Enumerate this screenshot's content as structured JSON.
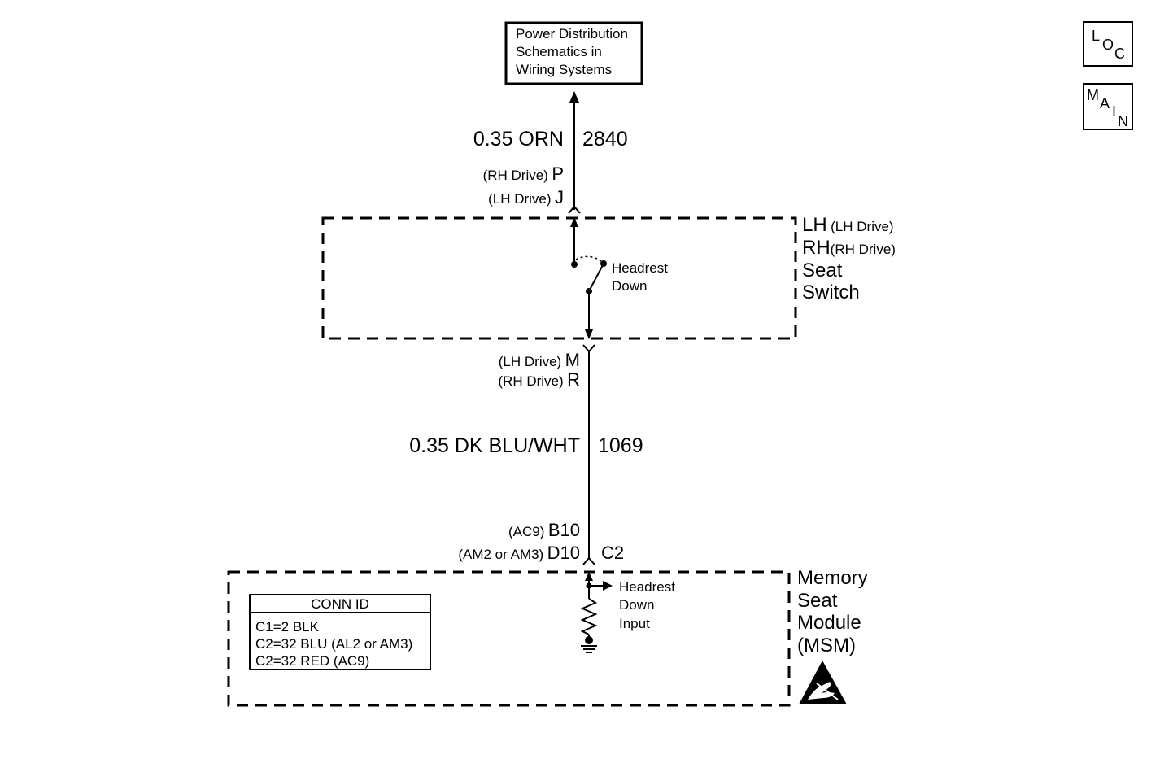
{
  "power_box": {
    "line1": "Power Distribution",
    "line2": "Schematics in",
    "line3": "Wiring Systems"
  },
  "nav": {
    "loc": {
      "l1": "L",
      "l2": "O",
      "l3": "C"
    },
    "main": {
      "l1": "M",
      "l2": "A",
      "l3": "I",
      "l4": "N"
    }
  },
  "wire_top": {
    "gauge_color": "0.35 ORN",
    "circuit": "2840"
  },
  "switch_top_pins": {
    "rh_note": "(RH Drive)",
    "rh_pin": "P",
    "lh_note": "(LH Drive)",
    "lh_pin": "J"
  },
  "seat_switch": {
    "lh": "LH",
    "lh_note": "(LH Drive)",
    "rh": "RH",
    "rh_note": "(RH Drive)",
    "line3": "Seat",
    "line4": "Switch",
    "contact_label1": "Headrest",
    "contact_label2": "Down"
  },
  "switch_bottom_pins": {
    "lh_note": "(LH Drive)",
    "lh_pin": "M",
    "rh_note": "(RH Drive)",
    "rh_pin": "R"
  },
  "wire_bottom": {
    "gauge_color": "0.35 DK BLU/WHT",
    "circuit": "1069"
  },
  "module_pins": {
    "ac9_note": "(AC9)",
    "ac9_pin": "B10",
    "am_note": "(AM2 or AM3)",
    "am_pin": "D10",
    "connector": "C2"
  },
  "module": {
    "line1": "Memory",
    "line2": "Seat",
    "line3": "Module",
    "line4": "(MSM)",
    "input_label1": "Headrest",
    "input_label2": "Down",
    "input_label3": "Input"
  },
  "conn_id": {
    "header": "CONN ID",
    "rows": [
      "C1=2 BLK",
      "C2=32 BLU (AL2 or AM3)",
      "C2=32 RED (AC9)"
    ]
  },
  "icons": {
    "esd": "esd-warning-icon",
    "ground": "ground-icon"
  }
}
